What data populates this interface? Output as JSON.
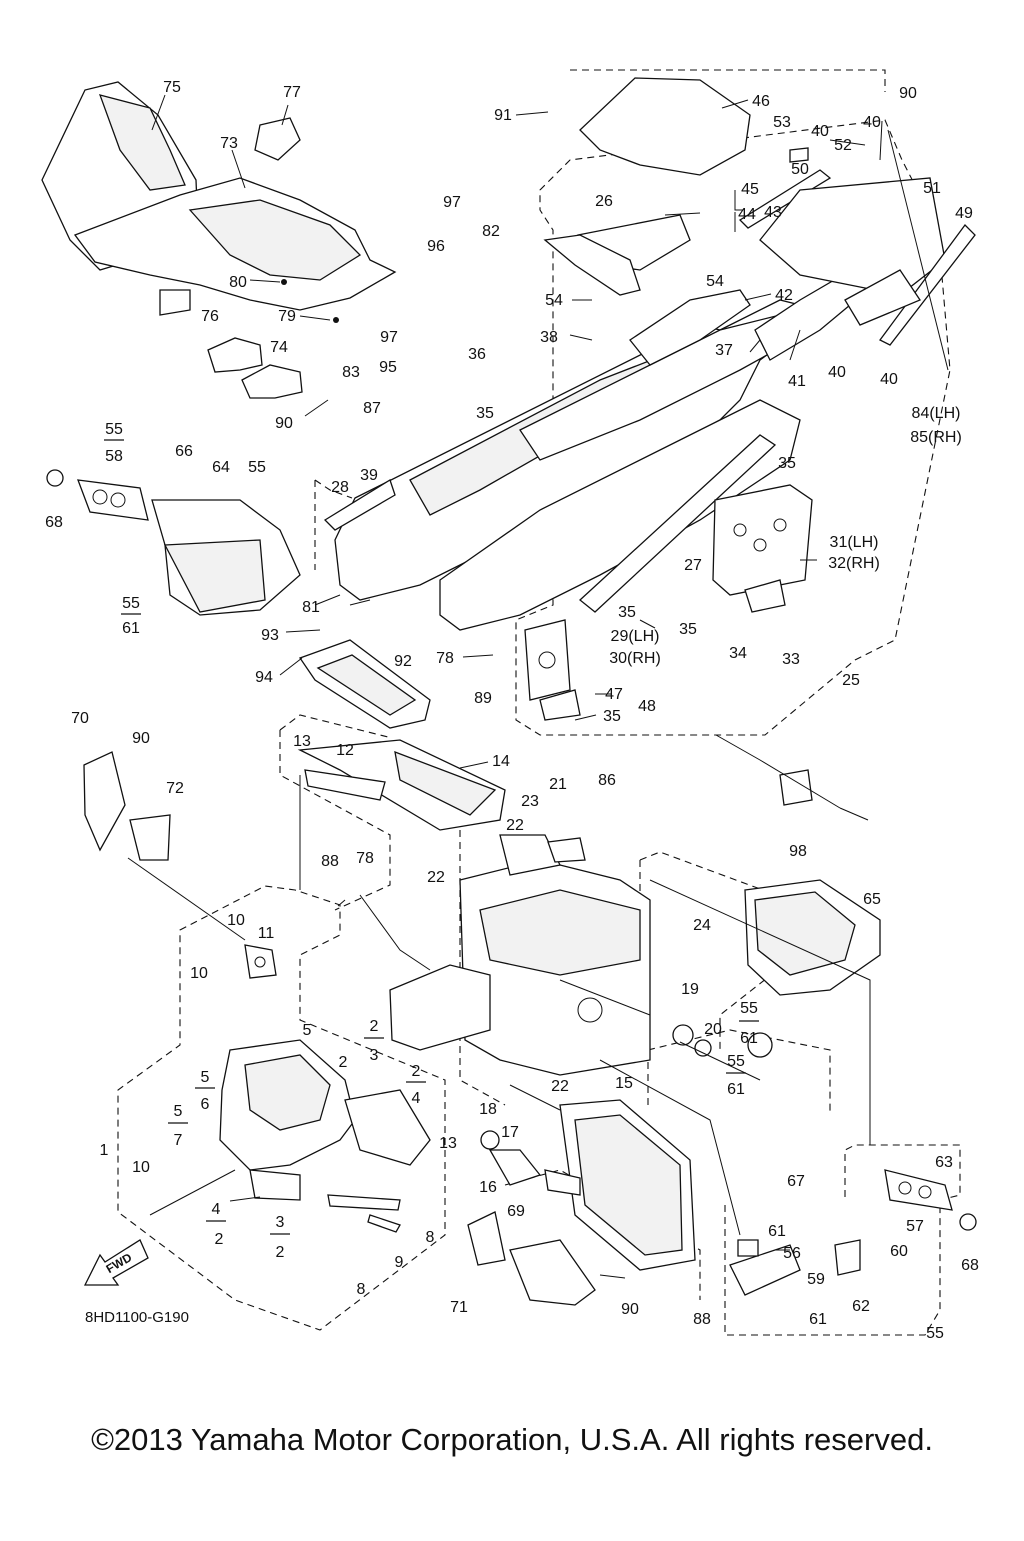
{
  "diagram": {
    "drawing_code": "8HD1100-G190",
    "copyright": "©2013 Yamaha Motor Corporation, U.S.A. All rights reserved.",
    "fwd_label": "FWD",
    "callouts": {
      "c75": "75",
      "c77": "77",
      "c73": "73",
      "c80": "80",
      "c79": "79",
      "c76": "76",
      "c74": "74",
      "c97a": "97",
      "c96": "96",
      "c82": "82",
      "c97b": "97",
      "c95": "95",
      "c36": "36",
      "c83": "83",
      "c90a": "90",
      "c87": "87",
      "c35a": "35",
      "c91": "91",
      "c46": "46",
      "c26": "26",
      "c45": "45",
      "c44": "44",
      "c43": "43",
      "c54a": "54",
      "c54b": "54",
      "c38": "38",
      "c37": "37",
      "c42": "42",
      "c41": "41",
      "c90b": "90",
      "c40a": "40",
      "c40b": "40",
      "c53": "53",
      "c52": "52",
      "c50": "50",
      "c51": "51",
      "c49": "49",
      "c40c": "40",
      "c40d": "40",
      "c84": "84(LH)",
      "c85": "85(RH)",
      "c35b": "35",
      "c55a_top": "55",
      "c55a_bot": "58",
      "c68a": "68",
      "c66": "66",
      "c64": "64",
      "c64b": "55",
      "c28": "28",
      "c39": "39",
      "c27": "27",
      "c31": "31(LH)",
      "c32": "32(RH)",
      "c81": "81",
      "c55b_top": "55",
      "c55b_bot": "61",
      "c35c": "35",
      "c35d": "35",
      "c29": "29(LH)",
      "c30": "30(RH)",
      "c34": "34",
      "c33": "33",
      "c25": "25",
      "c93": "93",
      "c92": "92",
      "c94": "94",
      "c78a": "78",
      "c89": "89",
      "c47": "47",
      "c48": "48",
      "c35e": "35",
      "c70": "70",
      "c90c": "90",
      "c72": "72",
      "c13a": "13",
      "c12": "12",
      "c14": "14",
      "c21": "21",
      "c86": "86",
      "c23": "23",
      "c22a": "22",
      "c98": "98",
      "c88a": "88",
      "c78b": "78",
      "c22b": "22",
      "c65": "65",
      "c10a": "10",
      "c11": "11",
      "c10b": "10",
      "c24": "24",
      "c5a": "5",
      "c2a_top": "2",
      "c2a_bot": "3",
      "c2b": "2",
      "c19": "19",
      "c20": "20",
      "c55c_top": "55",
      "c55c_bot": "61",
      "c55d_top": "55",
      "c55d_bot": "61",
      "c5b_top": "5",
      "c5b_bot": "6",
      "c2c_top": "2",
      "c2c_bot": "4",
      "c5c_top": "5",
      "c5c_bot": "7",
      "c18": "18",
      "c22c": "22",
      "c15": "15",
      "c1": "1",
      "c13b": "13",
      "c17": "17",
      "c10c": "10",
      "c16": "16",
      "c4_top": "4",
      "c4_bot": "2",
      "c3_top": "3",
      "c3_bot": "2",
      "c8a": "8",
      "c9": "9",
      "c8b": "8",
      "c67": "67",
      "c63": "63",
      "c57": "57",
      "c68b": "68",
      "c69": "69",
      "c71": "71",
      "c90d": "90",
      "c88b": "88",
      "c61a": "61",
      "c56": "56",
      "c60": "60",
      "c59": "59",
      "c62": "62",
      "c61b": "61",
      "c55e": "55"
    }
  }
}
